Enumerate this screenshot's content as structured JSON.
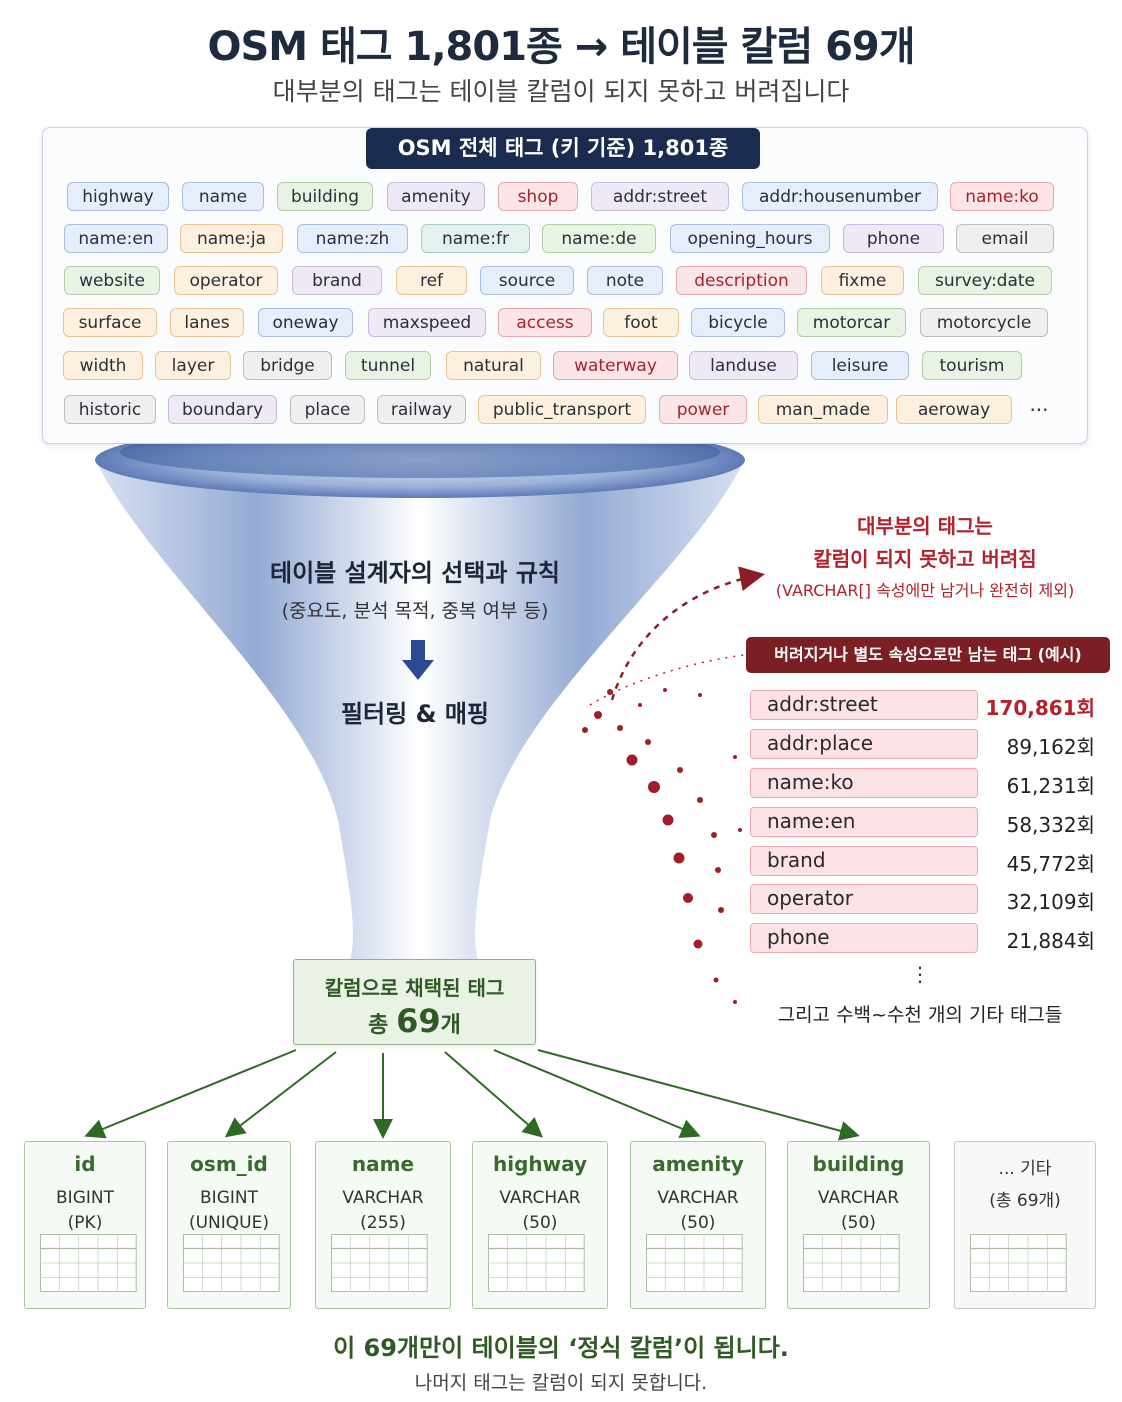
{
  "title": "OSM 태그 1,801종 → 테이블 칼럼 69개",
  "subtitle": "대부분의 태그는 테이블 칼럼이 되지 못하고 버려집니다",
  "tag_panel": {
    "header": "OSM 전체 태그 (키 기준) 1,801종",
    "ellipsis": "···",
    "tags": [
      {
        "label": "highway",
        "color": "blue"
      },
      {
        "label": "name",
        "color": "blue"
      },
      {
        "label": "building",
        "color": "green"
      },
      {
        "label": "amenity",
        "color": "purple"
      },
      {
        "label": "shop",
        "color": "red"
      },
      {
        "label": "addr:street",
        "color": "purple"
      },
      {
        "label": "addr:housenumber",
        "color": "blue"
      },
      {
        "label": "name:ko",
        "color": "red"
      },
      {
        "label": "name:en",
        "color": "blue"
      },
      {
        "label": "name:ja",
        "color": "orange"
      },
      {
        "label": "name:zh",
        "color": "blue"
      },
      {
        "label": "name:fr",
        "color": "teal"
      },
      {
        "label": "name:de",
        "color": "green"
      },
      {
        "label": "opening_hours",
        "color": "blue"
      },
      {
        "label": "phone",
        "color": "purple"
      },
      {
        "label": "email",
        "color": "gray"
      },
      {
        "label": "website",
        "color": "green"
      },
      {
        "label": "operator",
        "color": "orange"
      },
      {
        "label": "brand",
        "color": "purple"
      },
      {
        "label": "ref",
        "color": "orange"
      },
      {
        "label": "source",
        "color": "blue"
      },
      {
        "label": "note",
        "color": "blue"
      },
      {
        "label": "description",
        "color": "red"
      },
      {
        "label": "fixme",
        "color": "orange"
      },
      {
        "label": "survey:date",
        "color": "green"
      },
      {
        "label": "surface",
        "color": "orange"
      },
      {
        "label": "lanes",
        "color": "orange"
      },
      {
        "label": "oneway",
        "color": "blue"
      },
      {
        "label": "maxspeed",
        "color": "purple"
      },
      {
        "label": "access",
        "color": "red"
      },
      {
        "label": "foot",
        "color": "orange"
      },
      {
        "label": "bicycle",
        "color": "blue"
      },
      {
        "label": "motorcar",
        "color": "green"
      },
      {
        "label": "motorcycle",
        "color": "gray"
      },
      {
        "label": "width",
        "color": "orange"
      },
      {
        "label": "layer",
        "color": "orange"
      },
      {
        "label": "bridge",
        "color": "gray"
      },
      {
        "label": "tunnel",
        "color": "green"
      },
      {
        "label": "natural",
        "color": "orange"
      },
      {
        "label": "waterway",
        "color": "red"
      },
      {
        "label": "landuse",
        "color": "purple"
      },
      {
        "label": "leisure",
        "color": "blue"
      },
      {
        "label": "tourism",
        "color": "green"
      },
      {
        "label": "historic",
        "color": "gray"
      },
      {
        "label": "boundary",
        "color": "purple"
      },
      {
        "label": "place",
        "color": "gray"
      },
      {
        "label": "railway",
        "color": "gray"
      },
      {
        "label": "public_transport",
        "color": "orange"
      },
      {
        "label": "power",
        "color": "red"
      },
      {
        "label": "man_made",
        "color": "orange"
      },
      {
        "label": "aeroway",
        "color": "orange"
      }
    ]
  },
  "funnel": {
    "line1": "테이블 설계자의 선택과 규칙",
    "line2": "(중요도, 분석 목적, 중복 여부 등)",
    "line3": "필터링 & 매핑"
  },
  "drop_note": {
    "line1": "대부분의 태그는",
    "line2": "칼럼이 되지 못하고 버려짐",
    "line3": "(VARCHAR[] 속성에만 남거나 완전히 제외)"
  },
  "dropped_examples": {
    "header": "버려지거나 별도 속성으로만 남는 태그 (예시)",
    "rows": [
      {
        "tag": "addr:street",
        "count": "170,861회"
      },
      {
        "tag": "addr:place",
        "count": "89,162회"
      },
      {
        "tag": "name:ko",
        "count": "61,231회"
      },
      {
        "tag": "name:en",
        "count": "58,332회"
      },
      {
        "tag": "brand",
        "count": "45,772회"
      },
      {
        "tag": "operator",
        "count": "32,109회"
      },
      {
        "tag": "phone",
        "count": "21,884회"
      }
    ],
    "ellipsis": "⋮",
    "footer": "그리고 수백~수천 개의 기타 태그들"
  },
  "selected": {
    "label": "칼럼으로 채택된 태그",
    "prefix": "총 ",
    "count": "69",
    "suffix": "개"
  },
  "columns": [
    {
      "name": "id",
      "type": "BIGINT",
      "extra": "(PK)"
    },
    {
      "name": "osm_id",
      "type": "BIGINT",
      "extra": "(UNIQUE)"
    },
    {
      "name": "name",
      "type": "VARCHAR",
      "extra": "(255)"
    },
    {
      "name": "highway",
      "type": "VARCHAR",
      "extra": "(50)"
    },
    {
      "name": "amenity",
      "type": "VARCHAR",
      "extra": "(50)"
    },
    {
      "name": "building",
      "type": "VARCHAR",
      "extra": "(50)"
    }
  ],
  "columns_etc": {
    "name": "... 기타",
    "extra": "(총 69개)"
  },
  "conclusion": "이 69개만이 테이블의 ‘정식 칼럼’이 됩니다.",
  "conclusion_sub": "나머지 태그는 칼럼이 되지 못합니다.",
  "colors": {
    "navy": "#1b2b4f",
    "drop_red": "#b3212b",
    "keep_green": "#2f5a25"
  }
}
